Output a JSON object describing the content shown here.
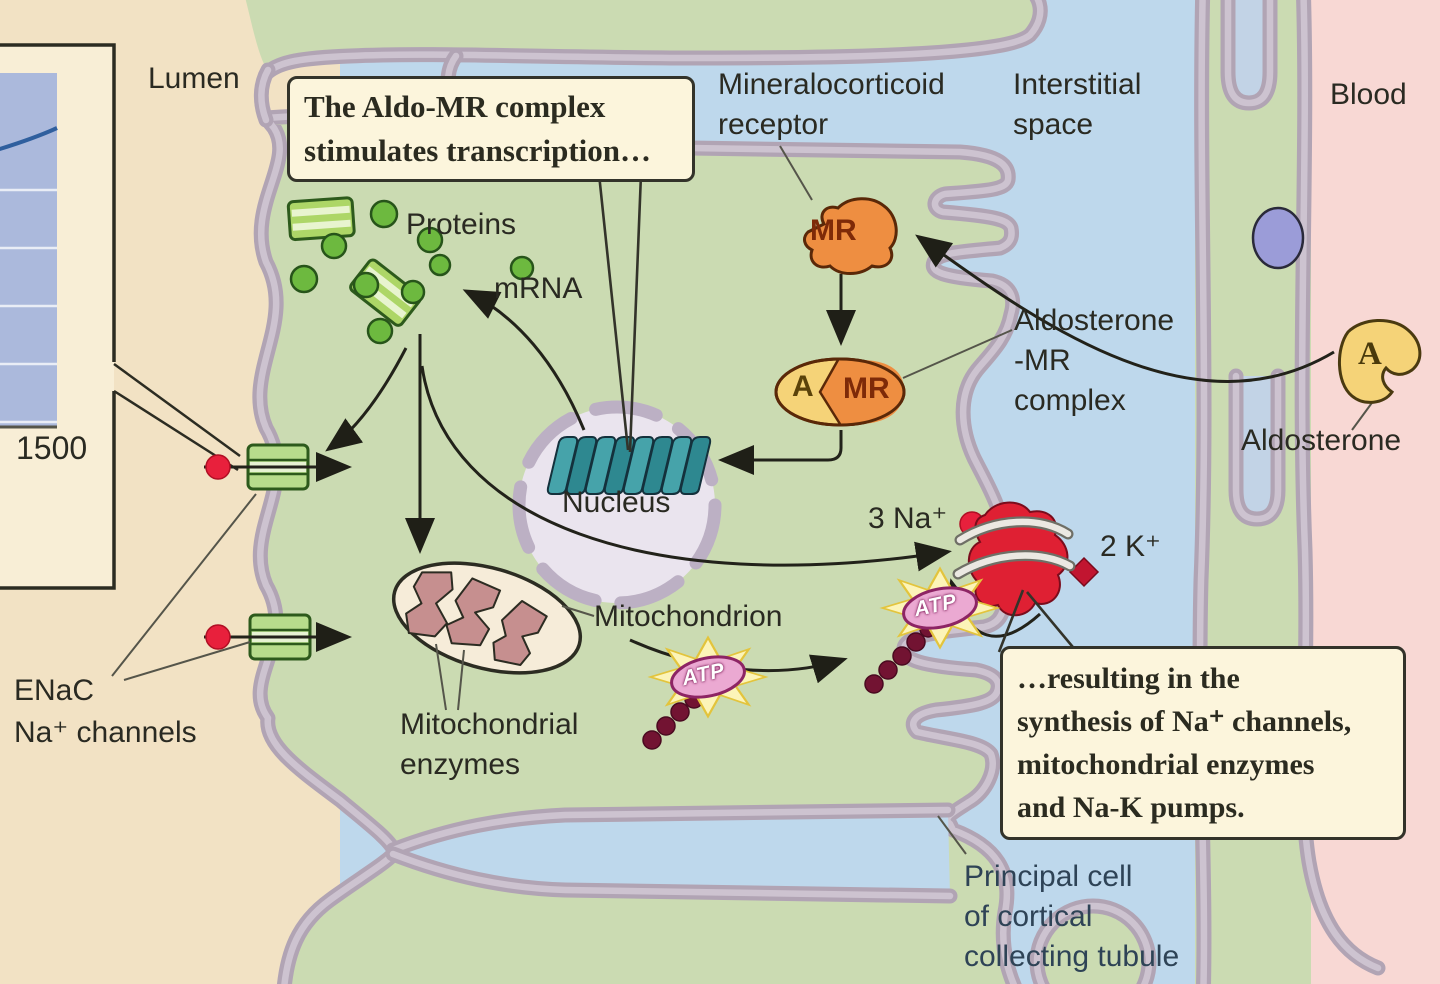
{
  "title": "Aldosterone action on principal cell of cortical collecting tubule",
  "regions": {
    "lumen": "Lumen",
    "interstitial_line1": "Interstitial",
    "interstitial_line2": "space",
    "blood": "Blood"
  },
  "labels": {
    "proteins": "Proteins",
    "mrna": "mRNA",
    "nucleus": "Nucleus",
    "mineralocorticoid_line1": "Mineralocorticoid",
    "mineralocorticoid_line2": "receptor",
    "aldo_mr_line1": "Aldosterone",
    "aldo_mr_line2": "-MR",
    "aldo_mr_line3": "complex",
    "aldosterone": "Aldosterone",
    "mitochondrion": "Mitochondrion",
    "mito_enzymes_line1": "Mitochondrial",
    "mito_enzymes_line2": "enzymes",
    "enac_line1": "ENaC",
    "enac_line2": "Na⁺ channels",
    "na3": "3 Na⁺",
    "k2": "2 K⁺",
    "principal_line1": "Principal cell",
    "principal_line2": "of cortical",
    "principal_line3": "collecting tubule"
  },
  "molecules": {
    "mr": "MR",
    "amr_a": "A",
    "amr_mr": "MR",
    "aldosterone_a": "A",
    "atp": "ATP"
  },
  "callouts": {
    "transcription_line1": "The Aldo-MR complex",
    "transcription_line2": "stimulates transcription…",
    "result_line1": "…resulting in the",
    "result_line2": "synthesis of Na⁺ channels,",
    "result_line3": "mitochondrial enzymes",
    "result_line4": "and Na-K pumps."
  },
  "chart_inset": {
    "type": "line",
    "tick_label": "1500",
    "description": "inset graph magnifying ENaC channel activity"
  },
  "colors": {
    "lumen_tan": "#f2e2c4",
    "cell_green": "#cbdbb2",
    "interstitial_blue": "#bed8ec",
    "blood_pink": "#f8d8d4",
    "membrane": "#b1a4b4",
    "membrane_inner": "#cdc3d0",
    "callout_bg": "#fcf5dc",
    "protein_green": "#6db93f",
    "channel_green": "#b7dc8c",
    "receptor_orange": "#ee8e41",
    "aldosterone_yellow": "#f5d378",
    "pump_red": "#df2033",
    "na_dot_red": "#e8203c",
    "k_diamond_red": "#c11530",
    "atp_pink": "#eba9d2",
    "dna_teal": "#46a3aa",
    "chart_plot_blue": "#abb9dc",
    "chart_line_blue": "#2f5f9e"
  }
}
